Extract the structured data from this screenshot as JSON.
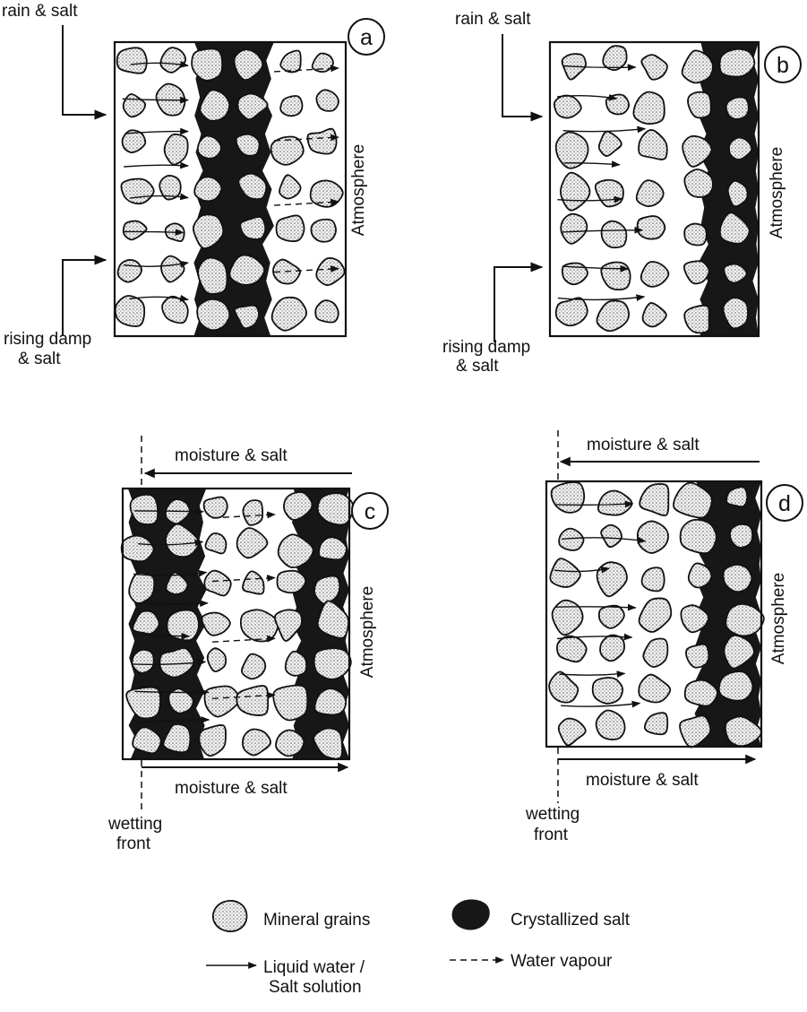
{
  "panels": [
    {
      "id": "a",
      "letter": "a",
      "atmosphere": "Atmosphere",
      "input_top": "rain & salt",
      "input_bottom": [
        "rising damp",
        "& salt"
      ]
    },
    {
      "id": "b",
      "letter": "b",
      "atmosphere": "Atmosphere",
      "input_top": "rain & salt",
      "input_bottom": [
        "rising damp",
        "& salt"
      ]
    },
    {
      "id": "c",
      "letter": "c",
      "atmosphere": "Atmosphere",
      "arrow_top": "moisture & salt",
      "arrow_bottom": "moisture & salt",
      "front": [
        "wetting",
        "front"
      ]
    },
    {
      "id": "d",
      "letter": "d",
      "atmosphere": "Atmosphere",
      "arrow_top": "moisture & salt",
      "arrow_bottom": "moisture & salt",
      "front": [
        "wetting",
        "front"
      ]
    }
  ],
  "legend": {
    "mineral": "Mineral grains",
    "salt": "Crystallized salt",
    "liquid": [
      "Liquid water /",
      "Salt solution"
    ],
    "vapour": "Water vapour"
  }
}
